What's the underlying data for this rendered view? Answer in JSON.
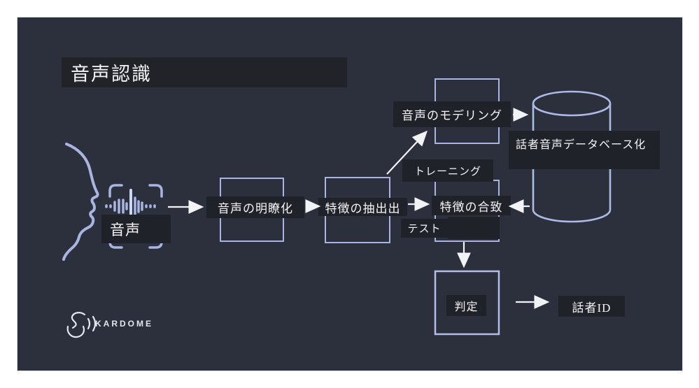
{
  "title": "音声認識",
  "nodes": {
    "input_label": "音声",
    "clarify": "音声の明瞭化",
    "extract": "特徴の抽出出",
    "match": "特徴の合致",
    "modeling": "音声のモデリング",
    "training": "トレーニング",
    "test": "テスト",
    "database": "話者音声データベース化",
    "decision": "判定",
    "speaker_id": "話者ID"
  },
  "logo": {
    "text": "KARDOME"
  },
  "colors": {
    "slide_bg": "#2b303c",
    "label_bg": "#20222a",
    "accent_periwinkle": "#a9b4e1",
    "arrow_white": "#f2f3f5",
    "text": "#f4f4f6"
  }
}
